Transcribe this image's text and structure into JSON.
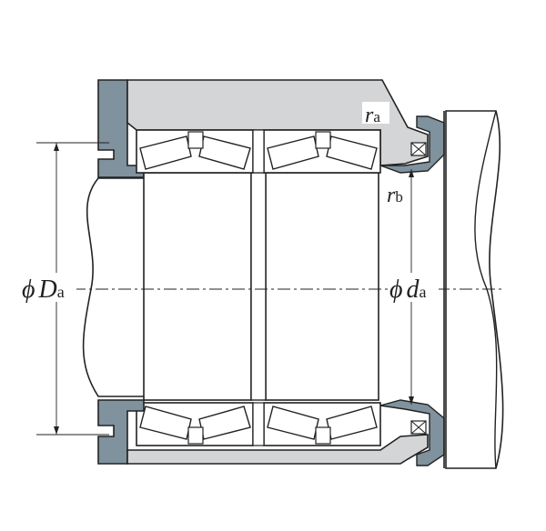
{
  "labels": {
    "Da": {
      "prefix": "ϕ",
      "main": "D",
      "sub": "a"
    },
    "da": {
      "prefix": "ϕ",
      "main": "d",
      "sub": "a"
    },
    "ra": {
      "main": "r",
      "sub": "a"
    },
    "rb": {
      "main": "r",
      "sub": "b"
    }
  },
  "colors": {
    "housing": "#7f929d",
    "chock": "#d3d5d7",
    "outline": "#222222",
    "background": "#ffffff"
  }
}
